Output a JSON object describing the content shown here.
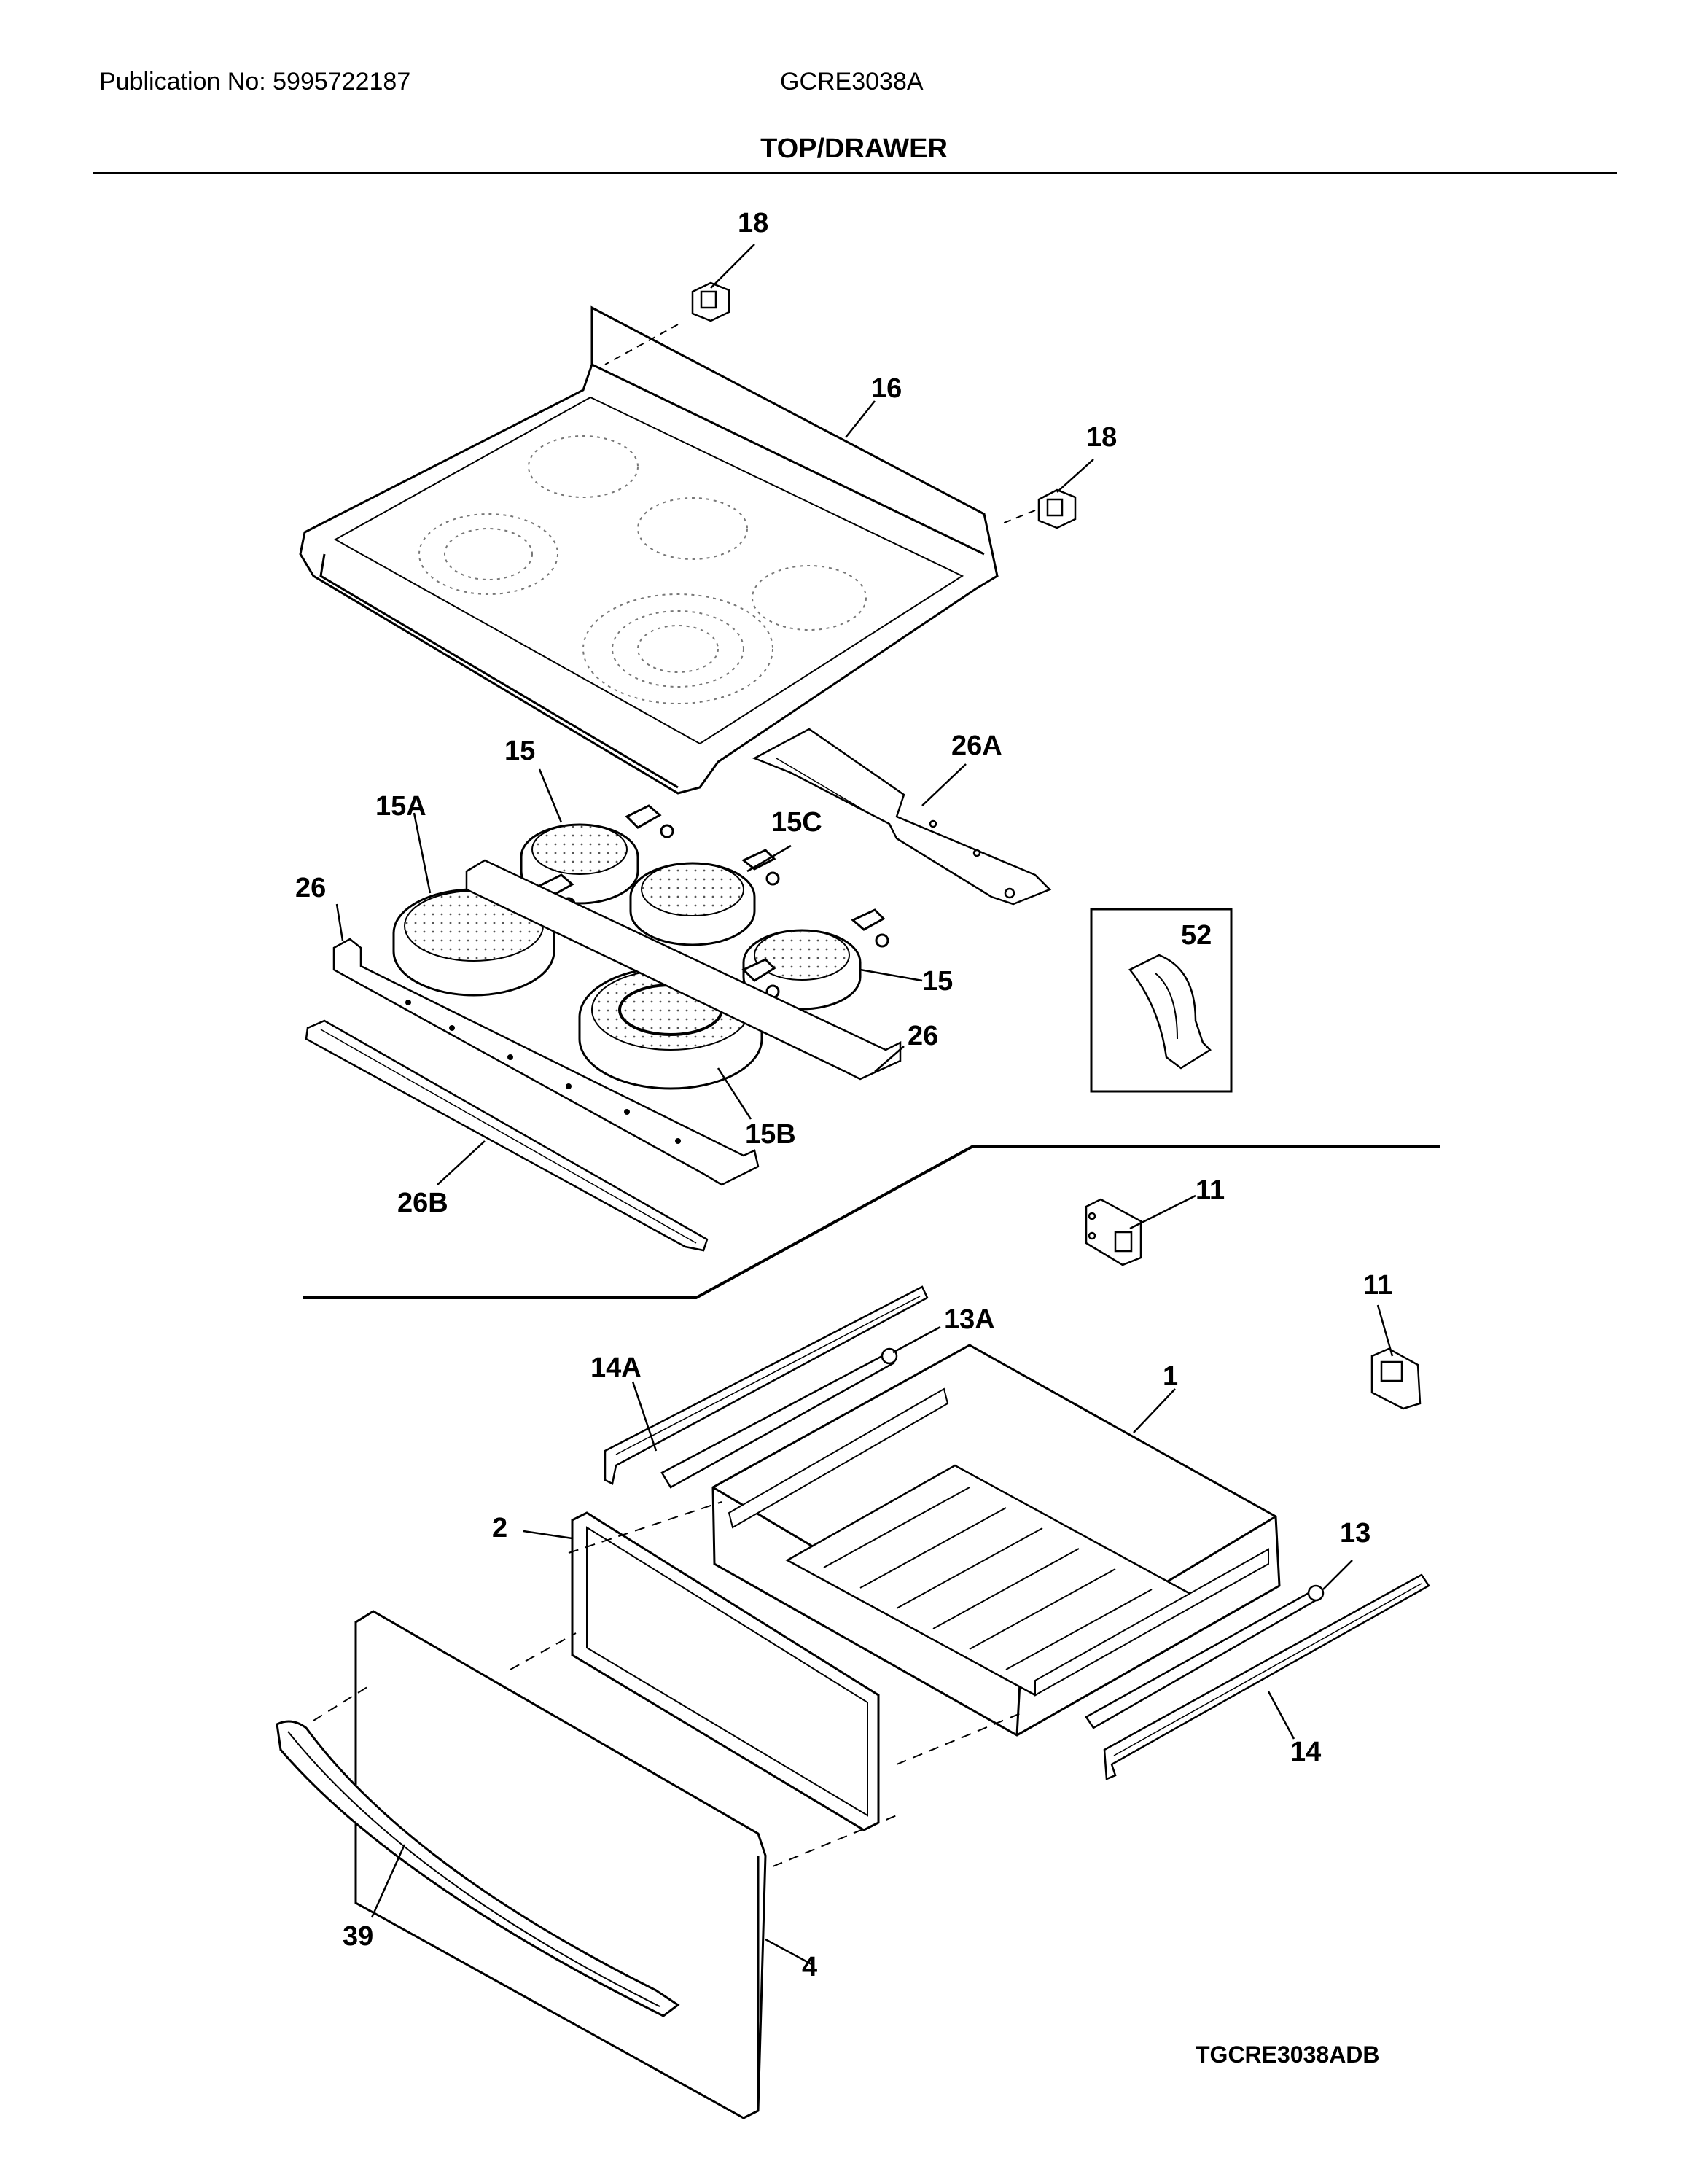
{
  "header": {
    "publication": "Publication No: 5995722187",
    "model": "GCRE3038A",
    "section_title": "TOP/DRAWER"
  },
  "callouts": {
    "c18a": "18",
    "c18b": "18",
    "c16": "16",
    "c15a": "15",
    "c15A": "15A",
    "c26a": "26",
    "c26A": "26A",
    "c15C": "15C",
    "c15b": "15",
    "c26b": "26",
    "c15B": "15B",
    "c26B": "26B",
    "c52": "52",
    "c11a": "11",
    "c11b": "11",
    "c13A": "13A",
    "c14A": "14A",
    "c1": "1",
    "c2": "2",
    "c13": "13",
    "c14": "14",
    "c39": "39",
    "c4": "4"
  },
  "footer": {
    "diagram_code": "TGCRE3038ADB"
  }
}
